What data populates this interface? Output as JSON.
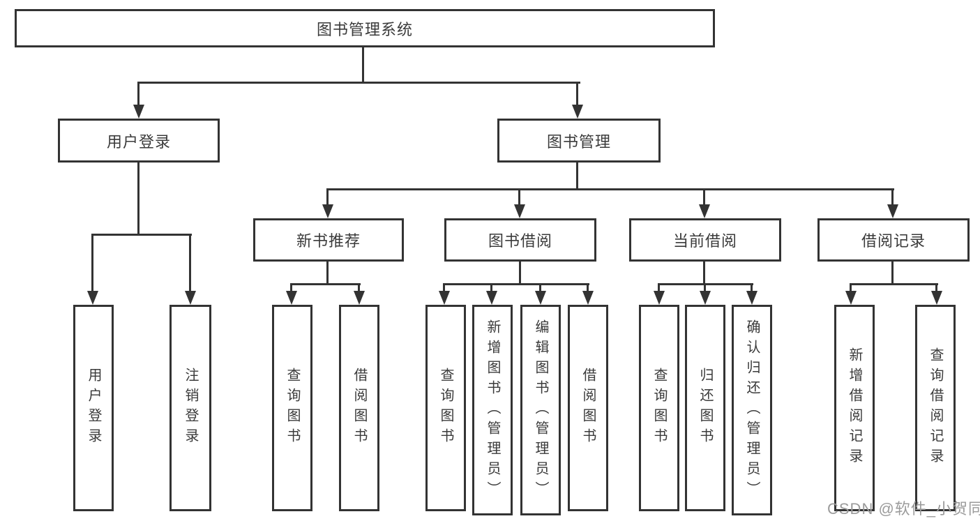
{
  "title": {
    "label": "图书管理系统"
  },
  "level2": [
    {
      "label": "用户登录"
    },
    {
      "label": "图书管理"
    }
  ],
  "level3": [
    {
      "label": "新书推荐"
    },
    {
      "label": "图书借阅"
    },
    {
      "label": "当前借阅"
    },
    {
      "label": "借阅记录"
    }
  ],
  "leaves": {
    "login": [
      {
        "label": "用户登录"
      },
      {
        "label": "注销登录"
      }
    ],
    "recommend": [
      {
        "label": "查询图书"
      },
      {
        "label": "借阅图书"
      }
    ],
    "borrow": [
      {
        "label": "查询图书"
      },
      {
        "label": "新增图书（管理员）"
      },
      {
        "label": "编辑图书（管理员）"
      },
      {
        "label": "借阅图书"
      }
    ],
    "current": [
      {
        "label": "查询图书"
      },
      {
        "label": "归还图书"
      },
      {
        "label": "确认归还（管理员）"
      }
    ],
    "records": [
      {
        "label": "新增借阅记录"
      },
      {
        "label": "查询借阅记录"
      }
    ]
  },
  "watermark": {
    "text": "CSDN @软件_小贺同学"
  },
  "colors": {
    "line": "#333333",
    "box_border": "#333333",
    "text": "#3a3a3a",
    "watermark": "#9b9b9b",
    "background": "#ffffff"
  }
}
